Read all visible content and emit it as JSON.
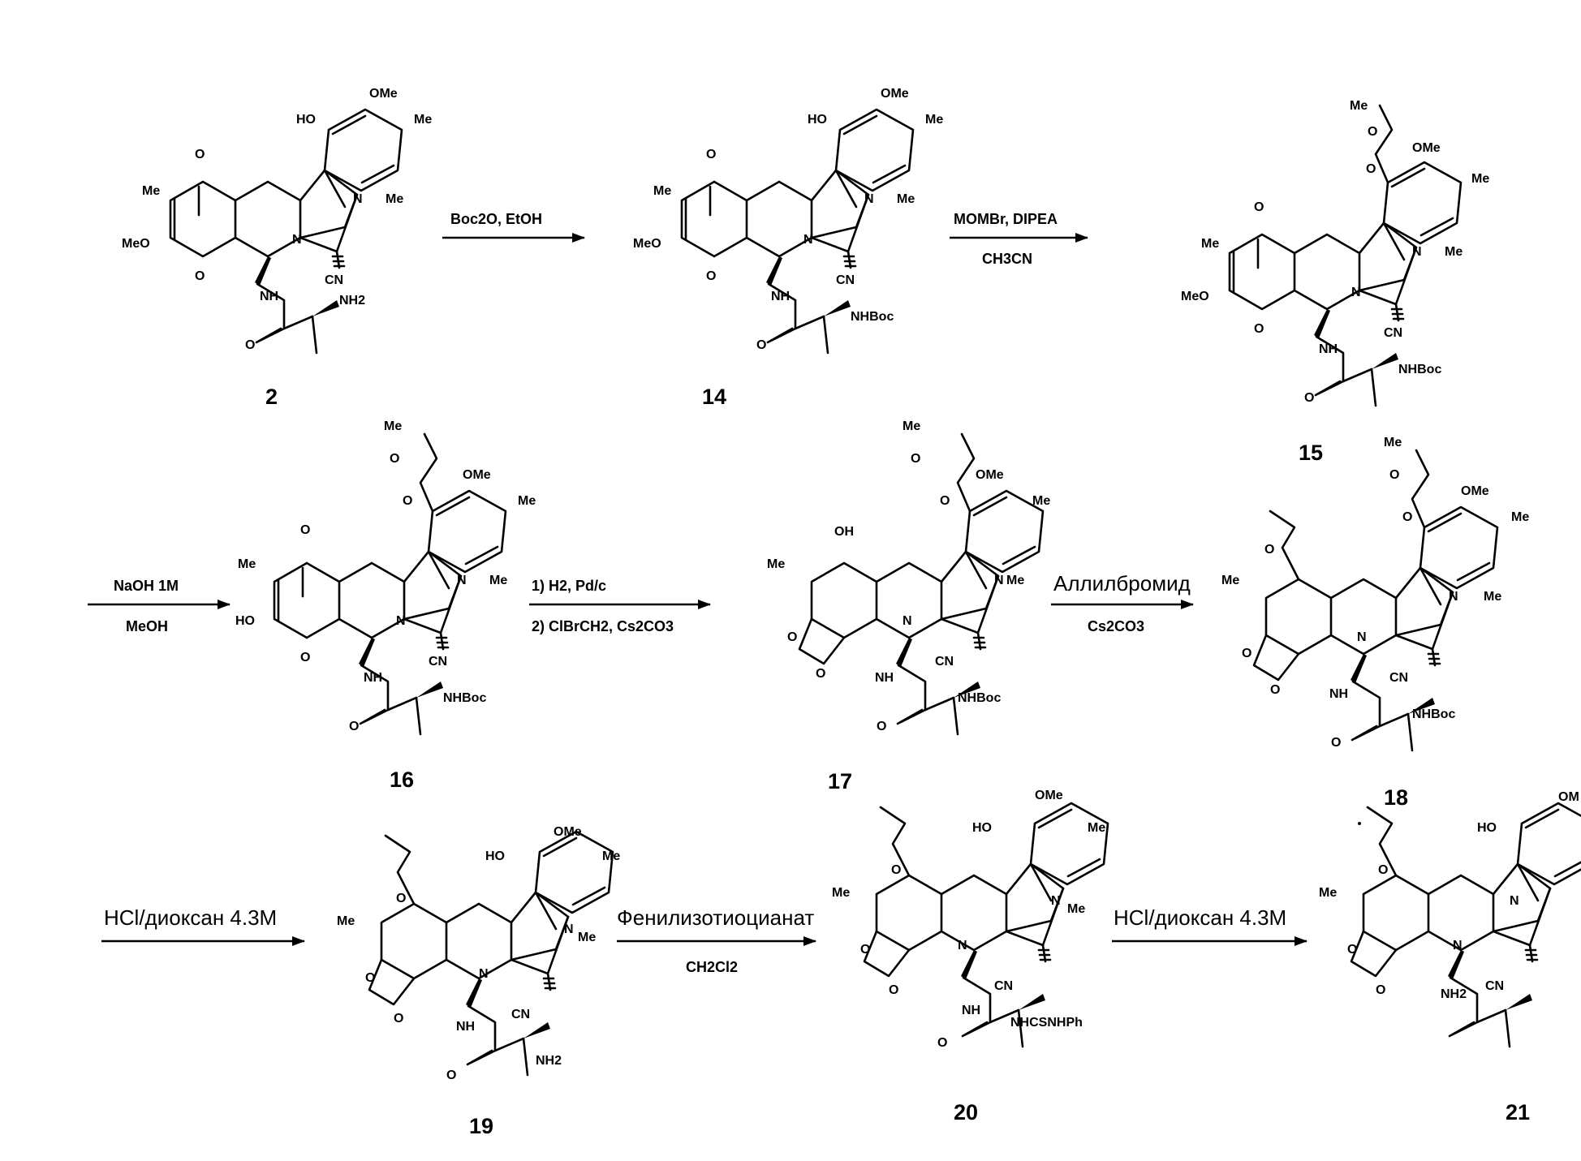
{
  "compounds": [
    {
      "id": "2",
      "substituents": [
        "OMe",
        "HO",
        "Me",
        "Me",
        "O",
        "N",
        "Me",
        "MeO",
        "O",
        "N",
        "CN",
        "NH",
        "NH2",
        "O"
      ]
    },
    {
      "id": "14",
      "substituents": [
        "OMe",
        "HO",
        "Me",
        "Me",
        "O",
        "N",
        "Me",
        "MeO",
        "O",
        "N",
        "CN",
        "NH",
        "NHBoc",
        "O"
      ]
    },
    {
      "id": "15",
      "substituents": [
        "Me",
        "O",
        "O",
        "OMe",
        "Me",
        "Me",
        "O",
        "N",
        "Me",
        "MeO",
        "O",
        "N",
        "CN",
        "NH",
        "NHBoc",
        "O"
      ]
    },
    {
      "id": "16",
      "substituents": [
        "Me",
        "O",
        "O",
        "OMe",
        "Me",
        "Me",
        "O",
        "N",
        "Me",
        "HO",
        "O",
        "N",
        "CN",
        "NH",
        "NHBoc",
        "O"
      ]
    },
    {
      "id": "17",
      "substituents": [
        "Me",
        "O",
        "O",
        "OMe",
        "Me",
        "OH",
        "Me",
        "N",
        "Me",
        "O",
        "O",
        "N",
        "CN",
        "NH",
        "NHBoc",
        "O"
      ]
    },
    {
      "id": "18",
      "substituents": [
        "Me",
        "O",
        "O",
        "OMe",
        "Me",
        "O",
        "Me",
        "N",
        "Me",
        "O",
        "O",
        "N",
        "CN",
        "NH",
        "NHBoc",
        "O"
      ]
    },
    {
      "id": "19",
      "substituents": [
        "OMe",
        "HO",
        "Me",
        "O",
        "Me",
        "N",
        "Me",
        "O",
        "O",
        "N",
        "CN",
        "NH",
        "NH2",
        "O"
      ]
    },
    {
      "id": "20",
      "substituents": [
        "OMe",
        "HO",
        "Me",
        "O",
        "Me",
        "N",
        "Me",
        "O",
        "O",
        "N",
        "CN",
        "NH",
        "NHCSNHPh",
        "O"
      ]
    },
    {
      "id": "21",
      "substituents": [
        "OM",
        "HO",
        "O",
        "Me",
        "N",
        "O",
        "O",
        "N",
        "CN",
        "NH2"
      ]
    }
  ],
  "arrows": [
    {
      "above": "Boc2O, EtOH",
      "below": ""
    },
    {
      "above": "MOMBr, DIPEA",
      "below": "CH3CN"
    },
    {
      "above": "NaOH 1M",
      "below": "MeOH"
    },
    {
      "above": "1) H2, Pd/c",
      "below": "2) ClBrCH2, Cs2CO3"
    },
    {
      "above": "Аллилбромид",
      "below": "Cs2CO3"
    },
    {
      "above": "HCl/диоксан 4.3M",
      "below": ""
    },
    {
      "above": "Фенилизотиоцианат",
      "below": "CH2Cl2"
    },
    {
      "above": "HCl/диоксан 4.3M",
      "below": ""
    }
  ]
}
